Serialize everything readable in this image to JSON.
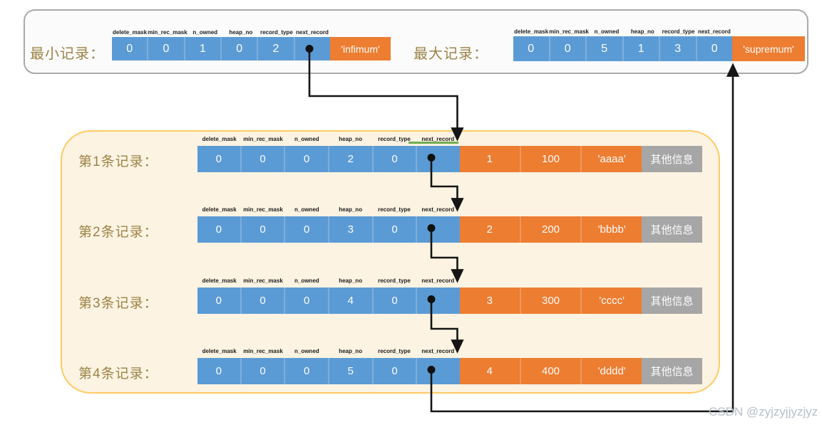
{
  "field_labels": [
    "delete_mask",
    "min_rec_mask",
    "n_owned",
    "heap_no",
    "record_type",
    "next_record"
  ],
  "top": {
    "min": {
      "label": "最小记录：",
      "cells": [
        "0",
        "0",
        "1",
        "0",
        "2",
        ""
      ],
      "tail": "'infimum'"
    },
    "max": {
      "label": "最大记录：",
      "cells": [
        "0",
        "0",
        "5",
        "1",
        "3",
        "0"
      ],
      "tail": "'supremum'"
    }
  },
  "records": [
    {
      "label": "第1条记录：",
      "cells": [
        "0",
        "0",
        "0",
        "2",
        "0",
        ""
      ],
      "data": [
        "1",
        "100",
        "'aaaa'"
      ],
      "other": "其他信息"
    },
    {
      "label": "第2条记录：",
      "cells": [
        "0",
        "0",
        "0",
        "3",
        "0",
        ""
      ],
      "data": [
        "2",
        "200",
        "'bbbb'"
      ],
      "other": "其他信息"
    },
    {
      "label": "第3条记录：",
      "cells": [
        "0",
        "0",
        "0",
        "4",
        "0",
        ""
      ],
      "data": [
        "3",
        "300",
        "'cccc'"
      ],
      "other": "其他信息"
    },
    {
      "label": "第4条记录：",
      "cells": [
        "0",
        "0",
        "0",
        "5",
        "0",
        ""
      ],
      "data": [
        "4",
        "400",
        "'dddd'"
      ],
      "other": "其他信息"
    }
  ],
  "watermark": "CSDN @zyjzyjjyzjyz",
  "colors": {
    "cell_blue": "#5b9bd5",
    "cell_orange": "#ed7d31",
    "cell_gray": "#a6a6a6",
    "label_gold": "#9b8346",
    "box_border_gray": "#a9a9a9",
    "box_border_yellow": "#ffca63",
    "box_fill_cream": "#fcf3e2",
    "arrow_black": "#151515",
    "highlight_green": "#6fae51"
  }
}
